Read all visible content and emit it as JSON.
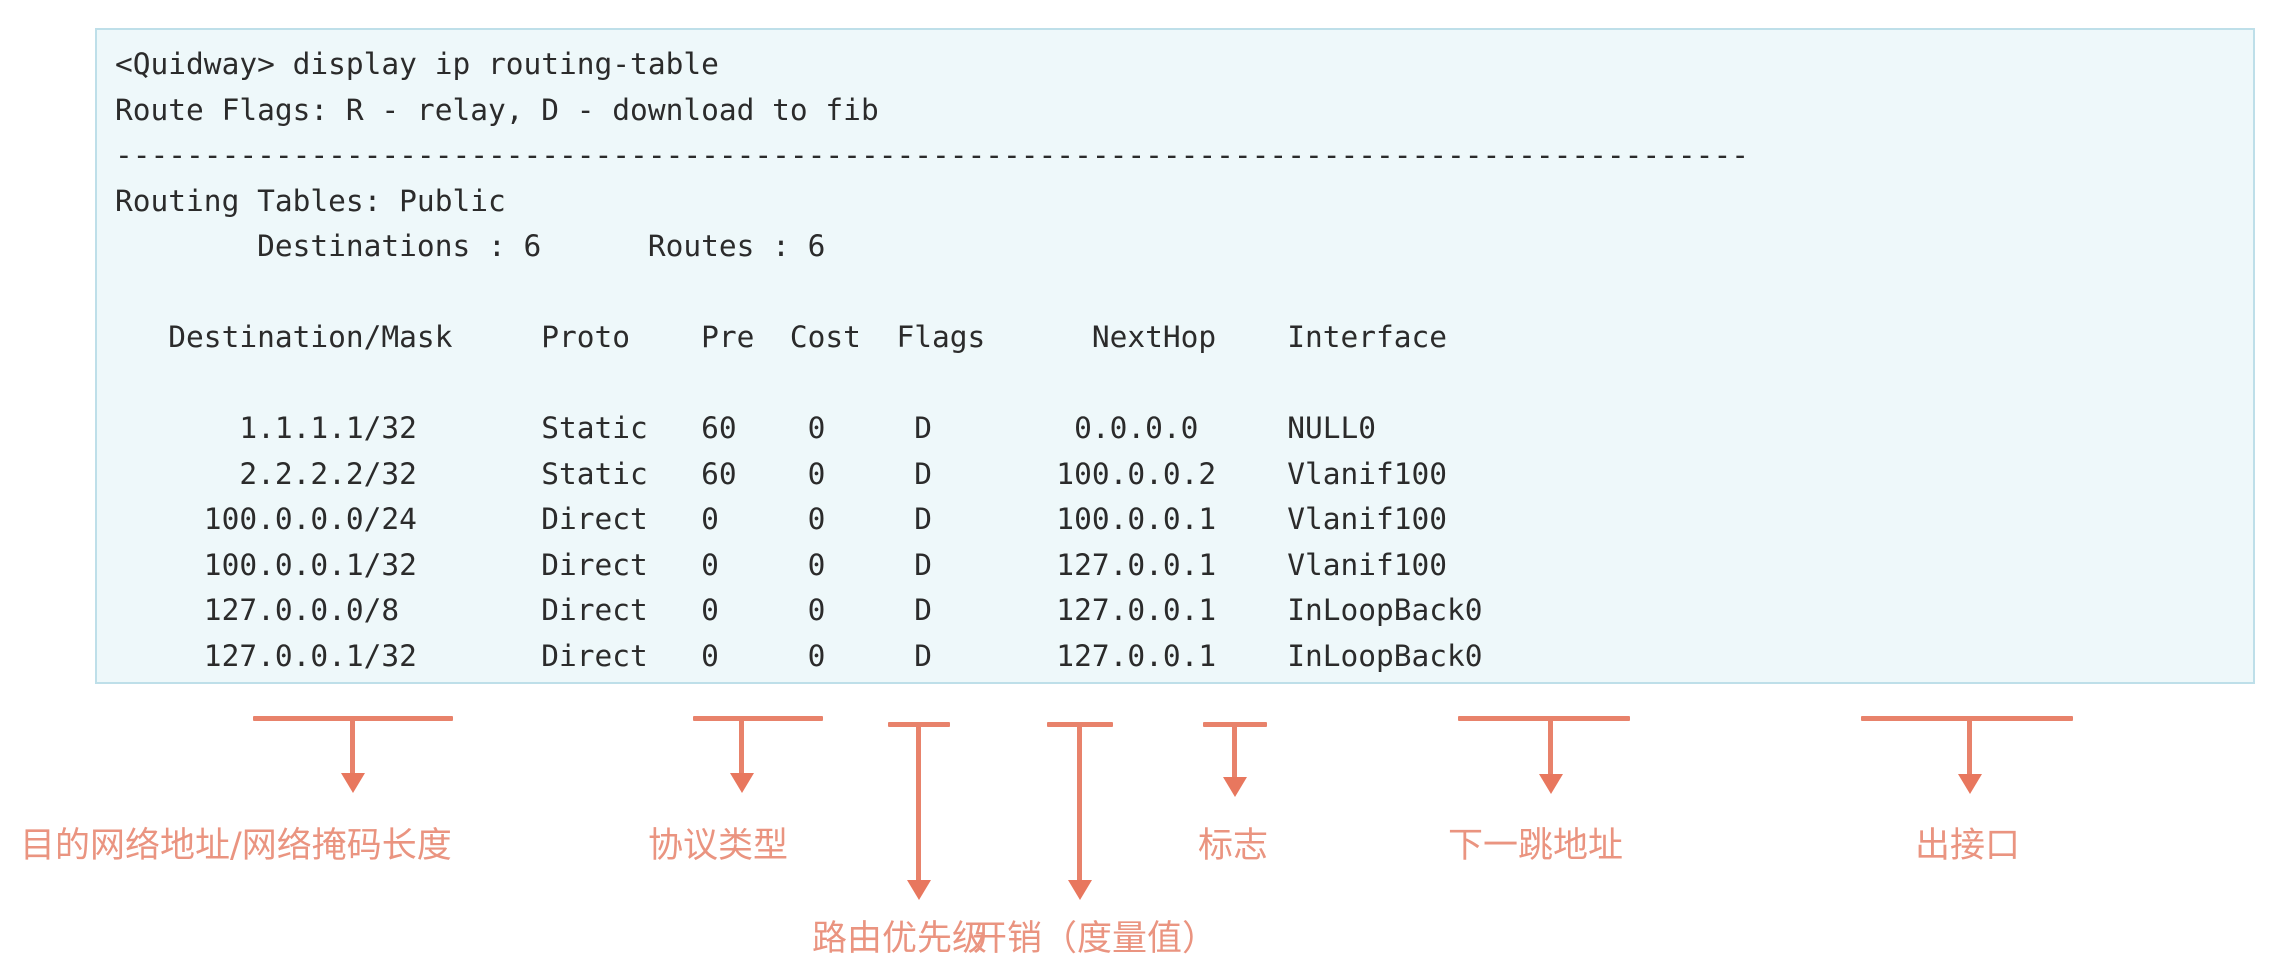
{
  "terminal": {
    "prompt": "<Quidway>",
    "command": "display ip routing-table",
    "flags_line": "Route Flags: R - relay, D - download to fib",
    "separator": "--------------------------------------------------------------------------------------------",
    "table_scope_label": "Routing Tables: Public",
    "destinations_label": "Destinations",
    "destinations_count": "6",
    "routes_label": "Routes",
    "routes_count": "6",
    "columns": [
      "Destination/Mask",
      "Proto",
      "Pre",
      "Cost",
      "Flags",
      "NextHop",
      "Interface"
    ],
    "rows": [
      {
        "destination_mask": "1.1.1.1/32",
        "proto": "Static",
        "pre": "60",
        "cost": "0",
        "flags": "D",
        "nexthop": "0.0.0.0",
        "interface": "NULL0"
      },
      {
        "destination_mask": "2.2.2.2/32",
        "proto": "Static",
        "pre": "60",
        "cost": "0",
        "flags": "D",
        "nexthop": "100.0.0.2",
        "interface": "Vlanif100"
      },
      {
        "destination_mask": "100.0.0.0/24",
        "proto": "Direct",
        "pre": "0",
        "cost": "0",
        "flags": "D",
        "nexthop": "100.0.0.1",
        "interface": "Vlanif100"
      },
      {
        "destination_mask": "100.0.0.1/32",
        "proto": "Direct",
        "pre": "0",
        "cost": "0",
        "flags": "D",
        "nexthop": "127.0.0.1",
        "interface": "Vlanif100"
      },
      {
        "destination_mask": "127.0.0.0/8",
        "proto": "Direct",
        "pre": "0",
        "cost": "0",
        "flags": "D",
        "nexthop": "127.0.0.1",
        "interface": "InLoopBack0"
      },
      {
        "destination_mask": "127.0.0.1/32",
        "proto": "Direct",
        "pre": "0",
        "cost": "0",
        "flags": "D",
        "nexthop": "127.0.0.1",
        "interface": "InLoopBack0"
      }
    ],
    "raw": "<Quidway> display ip routing-table\nRoute Flags: R - relay, D - download to fib\n--------------------------------------------------------------------------------------------\nRouting Tables: Public\n        Destinations : 6      Routes : 6\n\n   Destination/Mask     Proto    Pre  Cost  Flags      NextHop    Interface\n\n       1.1.1.1/32       Static   60    0     D        0.0.0.0     NULL0\n       2.2.2.2/32       Static   60    0     D       100.0.0.2    Vlanif100\n     100.0.0.0/24       Direct   0     0     D       100.0.0.1    Vlanif100\n     100.0.0.1/32       Direct   0     0     D       127.0.0.1    Vlanif100\n     127.0.0.0/8        Direct   0     0     D       127.0.0.1    InLoopBack0\n     127.0.0.1/32       Direct   0     0     D       127.0.0.1    InLoopBack0"
  },
  "annotations": {
    "accent_color": "#e8826b",
    "label_color": "#ea9480",
    "items": [
      {
        "id": "destination-mask",
        "label": "目的网络地址/网络掩码长度"
      },
      {
        "id": "proto",
        "label": "协议类型"
      },
      {
        "id": "pre",
        "label": "路由优先级"
      },
      {
        "id": "cost",
        "label": "开销（度量值）"
      },
      {
        "id": "flags",
        "label": "标志"
      },
      {
        "id": "nexthop",
        "label": "下一跳地址"
      },
      {
        "id": "interface",
        "label": "出接口"
      }
    ]
  }
}
